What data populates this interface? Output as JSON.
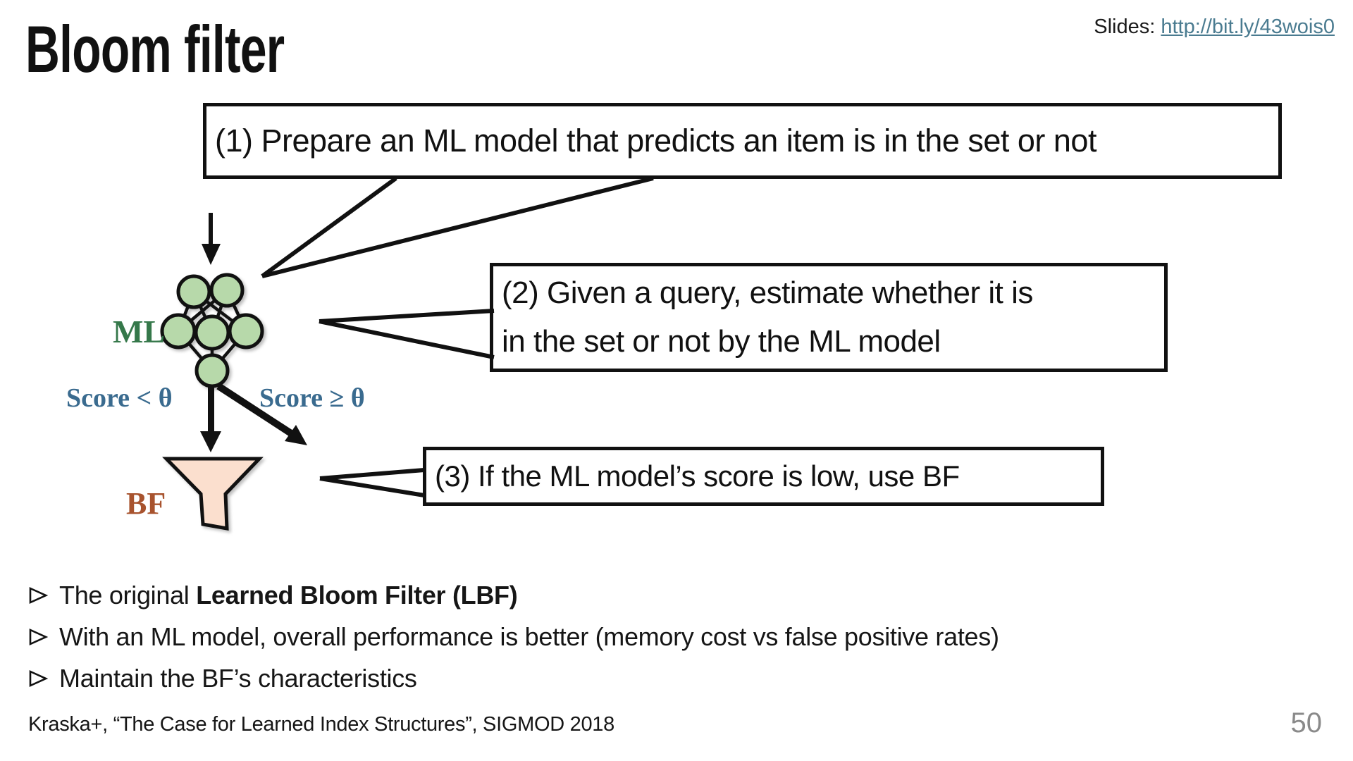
{
  "slide": {
    "title": "Bloom filter",
    "slides_label": "Slides: ",
    "slides_url": "http://bit.ly/43wois0",
    "citation": "Kraska+, “The Case for Learned Index Structures”, SIGMOD 2018",
    "page_number": "50"
  },
  "callouts": {
    "step1": "(1) Prepare an ML model that predicts an item is in the set or not",
    "step2_line1": "(2) Given a query, estimate whether it is",
    "step2_line2": "in the set or not by the ML model",
    "step3": "(3) If the ML model’s score is low, use BF"
  },
  "diagram": {
    "ml_label": "ML",
    "bf_label": "BF",
    "score_low": "Score < θ",
    "score_high": "Score ≥ θ",
    "colors": {
      "node_fill": "#b7d9aa",
      "funnel_fill": "#fbdfce",
      "outline": "#111111",
      "ml_green": "#35784a",
      "bf_brown": "#a8532e",
      "score_blue": "#3a6b8f",
      "link_teal": "#4a7b90",
      "page_gray": "#8a8a8a"
    }
  },
  "bullets": [
    {
      "prefix": "The original ",
      "bold": "Learned Bloom Filter (LBF)"
    },
    {
      "text": "With an ML model, overall performance is better (memory cost vs false positive rates)"
    },
    {
      "text": "Maintain the BF’s characteristics"
    }
  ]
}
